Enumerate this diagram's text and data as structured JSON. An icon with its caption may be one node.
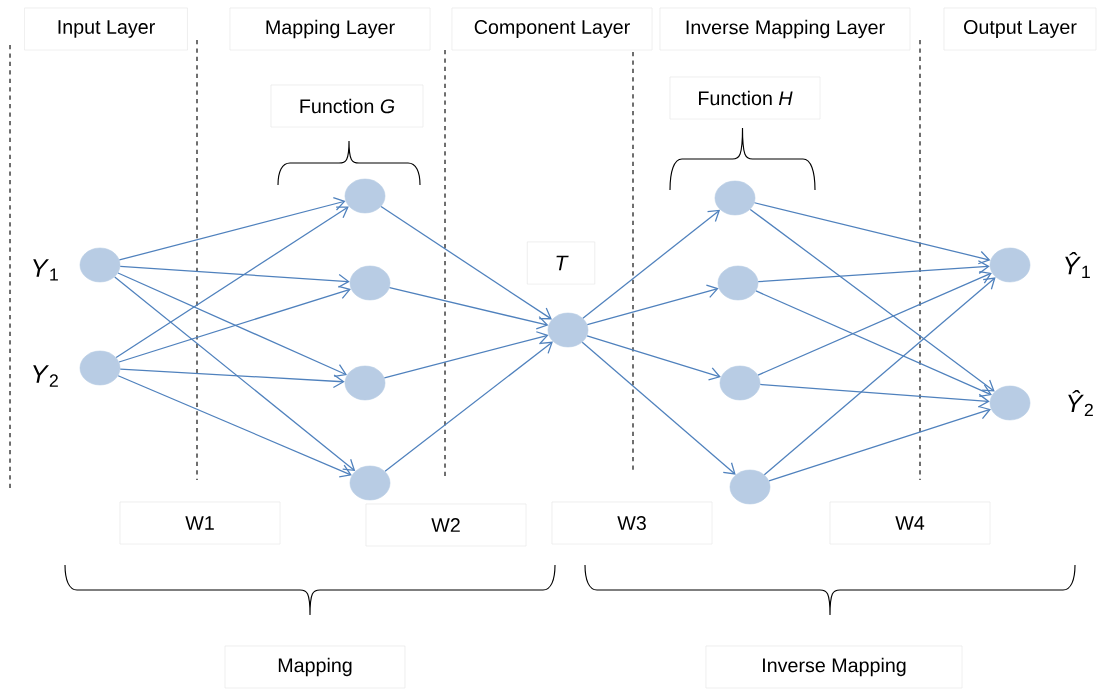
{
  "diagram": {
    "nodes": [
      {
        "text": [],
        "shape": "circle",
        "beside": [
          "*Y*$_{1}$"
        ]
      },
      {
        "text": [],
        "shape": "circle",
        "beside": [
          "*Y*$_{2}$"
        ]
      },
      {
        "text": [],
        "shape": "circle"
      },
      {
        "text": [],
        "shape": "circle"
      },
      {
        "text": [],
        "shape": "circle"
      },
      {
        "text": [],
        "shape": "circle"
      },
      {
        "text": [],
        "shape": "circle",
        "beside": [
          "T"
        ]
      },
      {
        "text": [],
        "shape": "circle"
      },
      {
        "text": [],
        "shape": "circle"
      },
      {
        "text": [],
        "shape": "circle"
      },
      {
        "text": [],
        "shape": "circle"
      },
      {
        "text": [],
        "shape": "circle",
        "beside": [
          "*Ŷ*$_{1}$"
        ]
      },
      {
        "text": [],
        "shape": "circle",
        "beside": [
          "*Ŷ*$_{2}$"
        ]
      }
    ],
    "edges": [
      {
        "from": 0,
        "to": 2,
        "arrow": "to"
      },
      {
        "from": 0,
        "to": 3,
        "arrow": "to"
      },
      {
        "from": 0,
        "to": 4,
        "arrow": "to"
      },
      {
        "from": 0,
        "to": 5,
        "arrow": "to"
      },
      {
        "from": 1,
        "to": 2,
        "arrow": "to"
      },
      {
        "from": 1,
        "to": 3,
        "arrow": "to"
      },
      {
        "from": 1,
        "to": 4,
        "arrow": "to"
      },
      {
        "from": 1,
        "to": 5,
        "arrow": "to"
      },
      {
        "from": 2,
        "to": 6,
        "arrow": "to"
      },
      {
        "from": 3,
        "to": 6,
        "arrow": "to"
      },
      {
        "from": 4,
        "to": 6,
        "arrow": "to"
      },
      {
        "from": 5,
        "to": 6,
        "arrow": "to"
      },
      {
        "from": 6,
        "to": 7,
        "arrow": "to"
      },
      {
        "from": 6,
        "to": 8,
        "arrow": "to"
      },
      {
        "from": 6,
        "to": 9,
        "arrow": "to"
      },
      {
        "from": 6,
        "to": 10,
        "arrow": "to"
      },
      {
        "from": 7,
        "to": 11,
        "arrow": "to"
      },
      {
        "from": 7,
        "to": 12,
        "arrow": "to"
      },
      {
        "from": 8,
        "to": 11,
        "arrow": "to"
      },
      {
        "from": 8,
        "to": 12,
        "arrow": "to"
      },
      {
        "from": 9,
        "to": 11,
        "arrow": "to"
      },
      {
        "from": 9,
        "to": 12,
        "arrow": "to"
      },
      {
        "from": 10,
        "to": 11,
        "arrow": "to"
      },
      {
        "from": 10,
        "to": 12,
        "arrow": "to"
      }
    ],
    "labels": [
      "Input Layer",
      "Mapping Layer",
      "Component Layer",
      "Inverse Mapping Layer",
      "Output Layer",
      "Function *G*",
      "Function *H*",
      "W1",
      "W2",
      "W3",
      "W4",
      "Mapping",
      "Inverse Mapping"
    ]
  }
}
